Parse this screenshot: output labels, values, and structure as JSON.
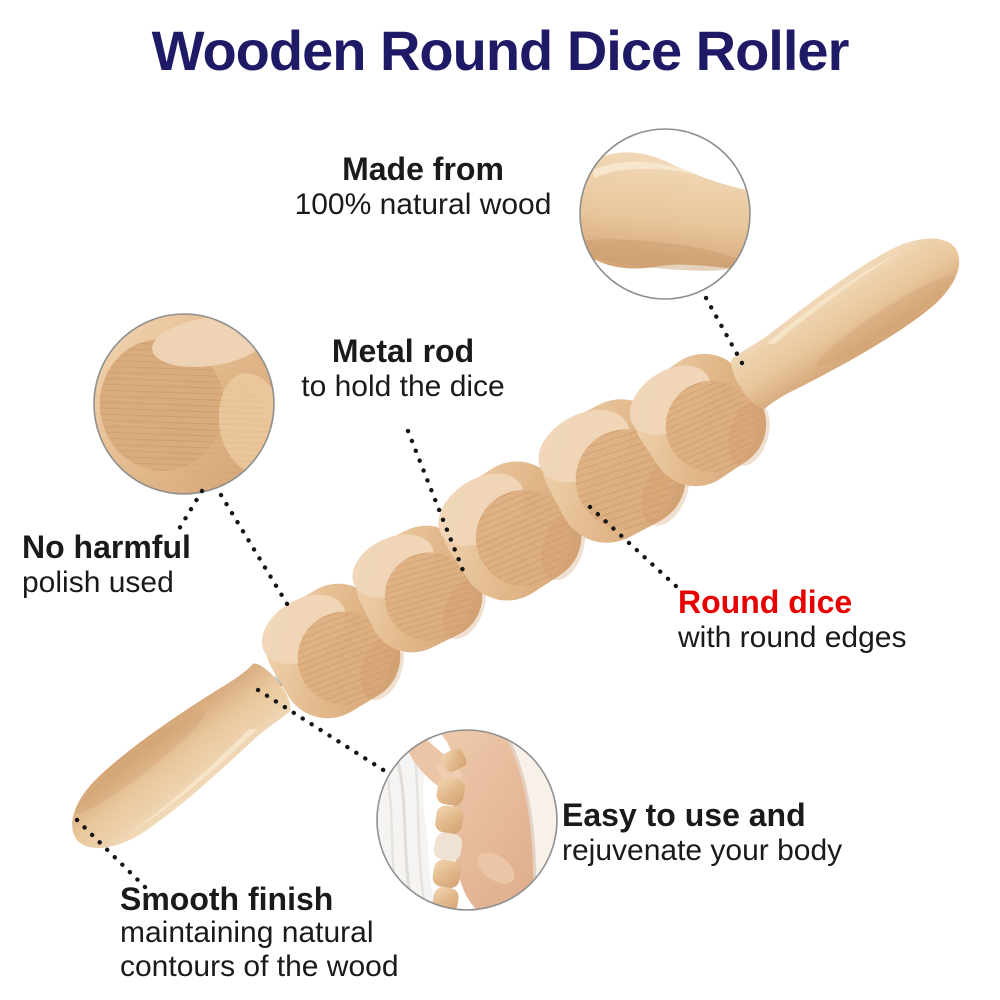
{
  "title": {
    "text": "Wooden Round Dice Roller",
    "color": "#1e1a66"
  },
  "callouts": {
    "made_from": {
      "heading": "Made from",
      "body": "100% natural wood"
    },
    "metal_rod": {
      "heading": "Metal rod",
      "body": "to hold the dice"
    },
    "no_harmful": {
      "heading": "No harmful",
      "body": "polish used"
    },
    "round_dice": {
      "heading": "Round dice",
      "body": "with round edges",
      "heading_color": "#e80000"
    },
    "easy_to_use": {
      "heading": "Easy to use and",
      "body": "rejuvenate your body"
    },
    "smooth_finish": {
      "heading": "Smooth finish",
      "body_line1": "maintaining natural",
      "body_line2": "contours of the wood"
    }
  },
  "colors": {
    "title_navy": "#1e1a66",
    "accent_red": "#e80000",
    "text_black": "#1a1a1a",
    "wood_light": "#f2d8b6",
    "wood_mid": "#e4bc8f",
    "wood_dark": "#d2a071",
    "metal_gray": "#b9bcbf",
    "inset_border_gray": "#8f8f8f",
    "background": "#ffffff"
  }
}
